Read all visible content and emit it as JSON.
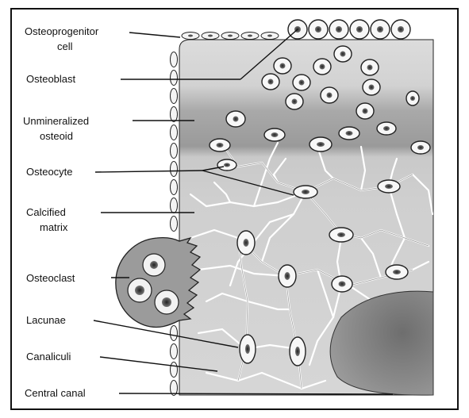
{
  "diagram": {
    "labels": {
      "osteoprogenitor_line1": "Osteoprogenitor",
      "osteoprogenitor_line2": "cell",
      "osteoblast": "Osteoblast",
      "unmineralized_line1": "Unmineralized",
      "unmineralized_line2": "osteoid",
      "osteocyte": "Osteocyte",
      "calcified_line1": "Calcified",
      "calcified_line2": "matrix",
      "osteoclast": "Osteoclast",
      "lacunae": "Lacunae",
      "canaliculi": "Canaliculi",
      "central_canal": "Central canal"
    }
  }
}
